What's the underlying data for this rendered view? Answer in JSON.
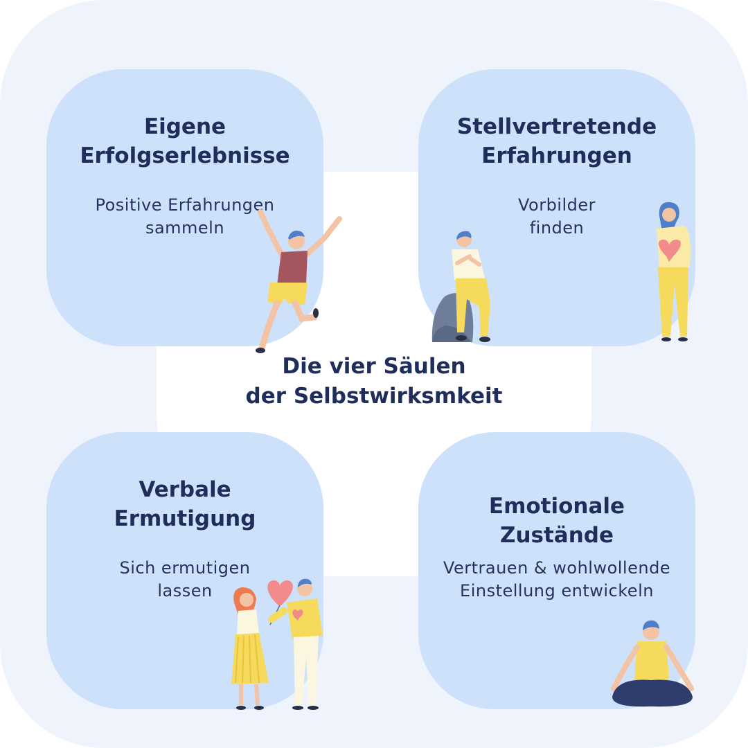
{
  "center": {
    "line1": "Die vier Säulen",
    "line2": "der Selbstwirksmkeit"
  },
  "pillars": [
    {
      "title1": "Eigene",
      "title2": "Erfolgserlebnisse",
      "sub1": "Positive Erfahrungen",
      "sub2": "sammeln"
    },
    {
      "title1": "Stellvertretende",
      "title2": "Erfahrungen",
      "sub1": "Vorbilder",
      "sub2": "finden"
    },
    {
      "title1": "Verbale",
      "title2": "Ermutigung",
      "sub1": "Sich ermutigen",
      "sub2": "lassen"
    },
    {
      "title1": "Emotionale",
      "title2": "Zustände",
      "sub1": "Vertrauen & wohlwollende",
      "sub2": "Einstellung entwickeln"
    }
  ],
  "colors": {
    "background": "#eff4fc",
    "card": "#cde2fa",
    "text": "#1f2d5a",
    "accent_yellow": "#f6da5c",
    "accent_heart": "#f28b8b"
  },
  "illustrations": [
    "jumping-person",
    "person-sitting-on-rock",
    "woman-holding-heart",
    "couple-with-heart-balloon",
    "meditating-person"
  ]
}
